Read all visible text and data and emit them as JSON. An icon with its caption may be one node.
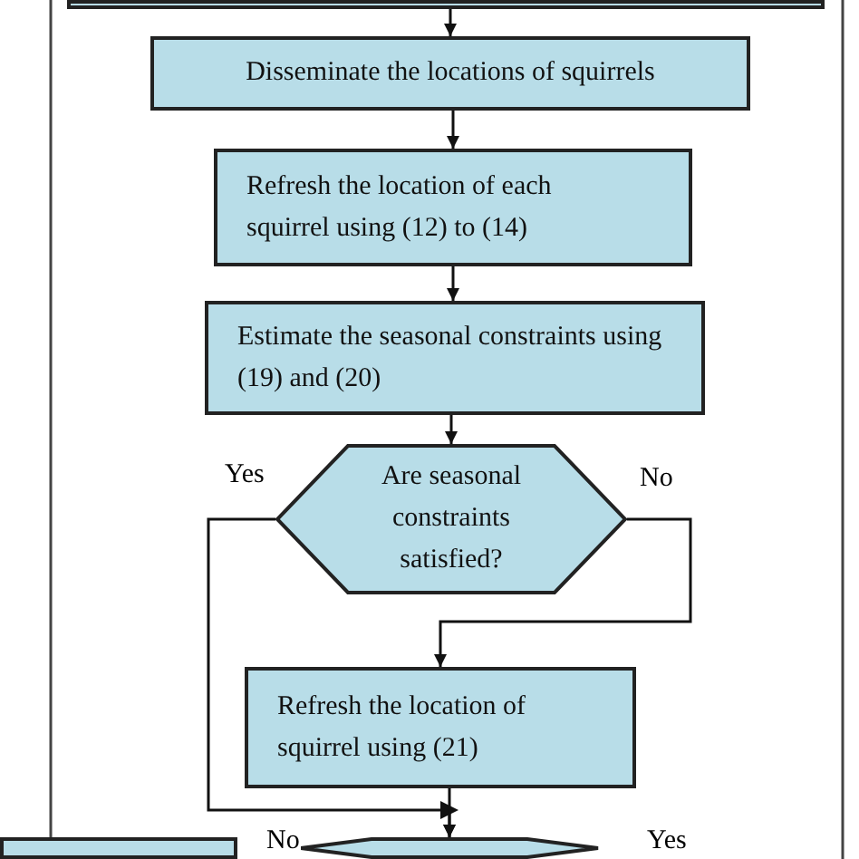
{
  "diagram": {
    "nodes": [
      {
        "text": [],
        "shape": "box"
      },
      {
        "text": [
          "Disseminate the locations of squirrels"
        ]
      },
      {
        "text": [
          "Refresh the location of each squirrel using (12) to (14)"
        ]
      },
      {
        "text": [
          "Estimate the seasonal constraints using (19) and (20)"
        ]
      },
      {
        "text": [
          "Are seasonal constraints satisfied?"
        ]
      },
      {
        "text": [
          "Refresh the location of squirrel using (21)"
        ]
      },
      {
        "text": [],
        "shape": "box"
      },
      {
        "text": [],
        "shape": "hexagon"
      }
    ],
    "edges": [
      {
        "from": 0,
        "to": 1,
        "arrow": "to"
      },
      {
        "from": 1,
        "to": 2,
        "arrow": "to"
      },
      {
        "from": 2,
        "to": 3,
        "arrow": "to"
      },
      {
        "from": 3,
        "to": 4,
        "arrow": "to"
      },
      {
        "from": 4,
        "to": 5,
        "arrow": "to",
        "label": "No"
      },
      {
        "from": 4,
        "to": 7,
        "arrow": "to",
        "label": "Yes"
      },
      {
        "from": 5,
        "to": 7,
        "arrow": "to"
      }
    ],
    "labels": [
      "No",
      "Yes"
    ]
  }
}
